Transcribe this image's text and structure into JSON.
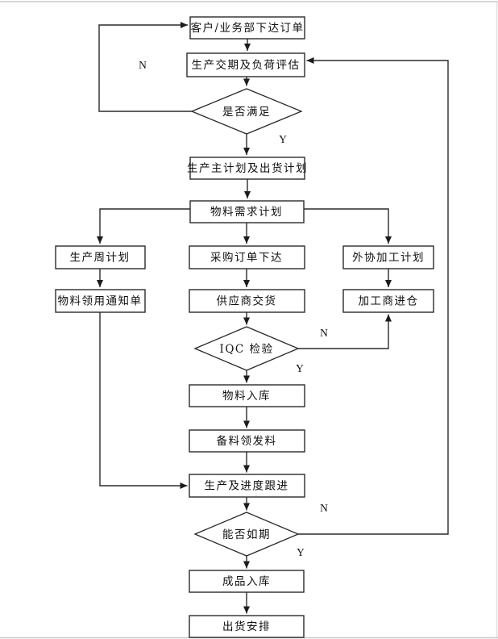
{
  "flowchart": {
    "nodes": {
      "order": "客户/业务部下达订单",
      "eval": "生产交期及负荷评估",
      "satisfied": "是否满足",
      "master_plan": "生产主计划及出货计划",
      "mrp": "物料需求计划",
      "week_plan": "生产周计划",
      "purchase_order": "采购订单下达",
      "outsource_plan": "外协加工计划",
      "material_notice": "物料领用通知单",
      "supplier_delivery": "供应商交货",
      "processor_in": "加工商进仓",
      "iqc": "IQC 检验",
      "material_in": "物料入库",
      "prepare_issue": "备料领发料",
      "production_follow": "生产及进度跟进",
      "on_schedule": "能否如期",
      "finished_in": "成品入库",
      "shipment": "出货安排"
    },
    "labels": {
      "Y": "Y",
      "N": "N"
    },
    "flow": [
      {
        "from": "order",
        "to": "eval"
      },
      {
        "from": "eval",
        "to": "satisfied"
      },
      {
        "from": "satisfied",
        "to": "master_plan",
        "label": "Y"
      },
      {
        "from": "satisfied",
        "to": "order",
        "label": "N"
      },
      {
        "from": "master_plan",
        "to": "mrp"
      },
      {
        "from": "mrp",
        "to": "week_plan"
      },
      {
        "from": "mrp",
        "to": "purchase_order"
      },
      {
        "from": "mrp",
        "to": "outsource_plan"
      },
      {
        "from": "week_plan",
        "to": "material_notice"
      },
      {
        "from": "purchase_order",
        "to": "supplier_delivery"
      },
      {
        "from": "outsource_plan",
        "to": "processor_in"
      },
      {
        "from": "supplier_delivery",
        "to": "iqc"
      },
      {
        "from": "iqc",
        "to": "material_in",
        "label": "Y"
      },
      {
        "from": "iqc",
        "to": "processor_in",
        "label": "N"
      },
      {
        "from": "material_in",
        "to": "prepare_issue"
      },
      {
        "from": "prepare_issue",
        "to": "production_follow"
      },
      {
        "from": "material_notice",
        "to": "production_follow"
      },
      {
        "from": "production_follow",
        "to": "on_schedule"
      },
      {
        "from": "on_schedule",
        "to": "finished_in",
        "label": "Y"
      },
      {
        "from": "on_schedule",
        "to": "eval",
        "label": "N"
      },
      {
        "from": "finished_in",
        "to": "shipment"
      }
    ],
    "colors": {
      "line": "#2a2a2a",
      "box_fill": "#ffffff",
      "text": "#101010",
      "page_edge": "#d8d8d8"
    }
  }
}
